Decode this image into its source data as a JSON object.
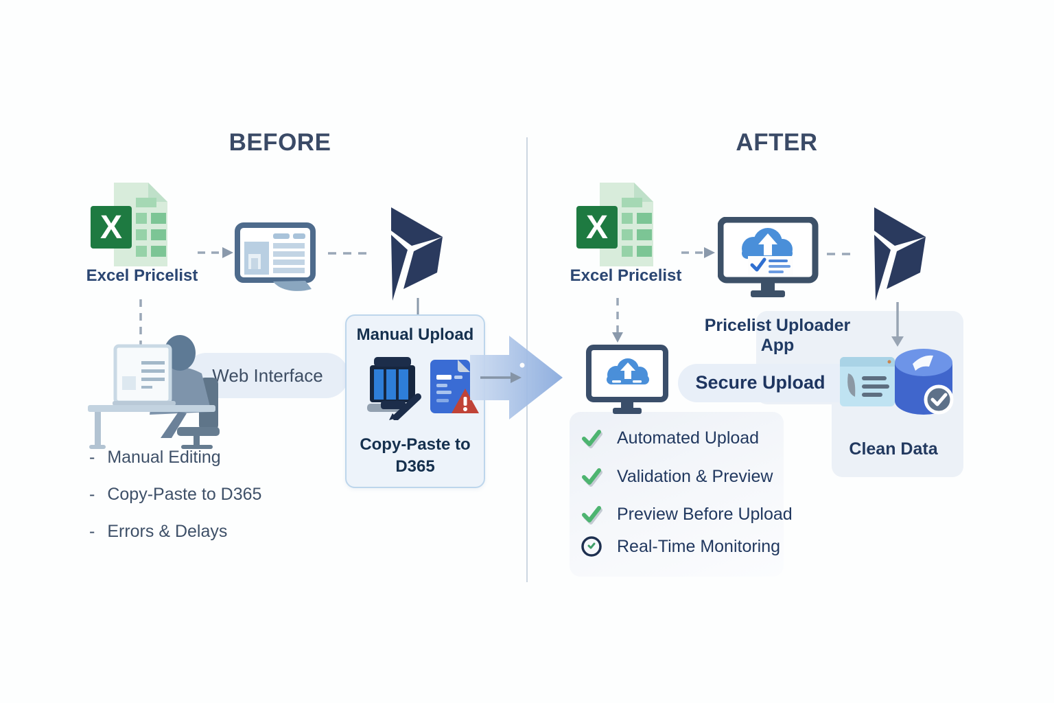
{
  "colors": {
    "accent_navy": "#2a3a5e",
    "title_navy": "#3a4a66",
    "excel_green": "#1e7a41",
    "cloud_blue": "#4a8fd9",
    "check_green": "#4db470",
    "warning_red": "#c04337",
    "panel_blue": "#ecf1f7",
    "arrow_blue": "#8aabde"
  },
  "before": {
    "title": "BEFORE",
    "excel_badge_letter": "X",
    "excel_label": "Excel Pricelist",
    "web_interface_label": "Web Interface",
    "manual_upload_title": "Manual Upload",
    "manual_upload_caption": "Copy-Paste to D365",
    "bullets": [
      {
        "marker": "-",
        "text": "Manual Editing"
      },
      {
        "marker": "-",
        "text": "Copy-Paste to D365"
      },
      {
        "marker": "-",
        "text": "Errors & Delays"
      }
    ]
  },
  "after": {
    "title": "AFTER",
    "excel_badge_letter": "X",
    "excel_label": "Excel Pricelist",
    "app_label": "Pricelist Uploader App",
    "secure_upload_label": "Secure Upload",
    "clean_data_label": "Clean Data",
    "checklist": [
      {
        "icon": "check-icon",
        "text": "Automated Upload"
      },
      {
        "icon": "check-icon",
        "text": "Validation & Preview"
      },
      {
        "icon": "check-icon",
        "text": "Preview Before Upload"
      },
      {
        "icon": "clock-icon",
        "text": "Real-Time Monitoring"
      }
    ]
  }
}
